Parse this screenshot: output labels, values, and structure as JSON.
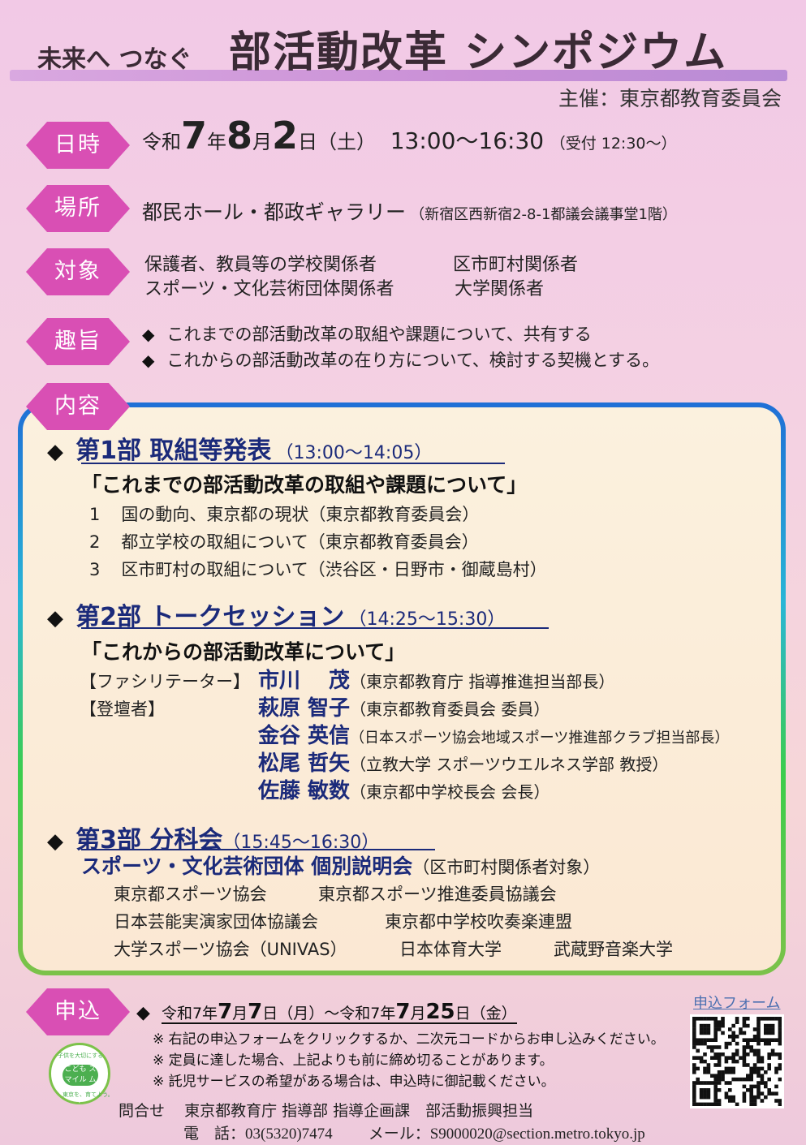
{
  "title": {
    "small": "未来へ つなぐ",
    "big": "部活動改革 シンポジウム"
  },
  "organizer": "主催：東京都教育委員会",
  "tags": {
    "datetime": "日時",
    "place": "場所",
    "target": "対象",
    "purpose": "趣旨",
    "content": "内容",
    "apply": "申込"
  },
  "datetime": {
    "era": "令和",
    "year": "7",
    "y": "年",
    "month": "8",
    "m": "月",
    "day": "2",
    "d": "日",
    "dow": "（土）",
    "time": "13:00〜16:30",
    "reception": "（受付 12:30〜）"
  },
  "place": {
    "name": "都民ホール・都政ギャラリー",
    "address": "（新宿区西新宿2-8-1都議会議事堂1階）"
  },
  "target": {
    "a": "保護者、教員等の学校関係者",
    "b": "区市町村関係者",
    "c": "スポーツ・文化芸術団体関係者",
    "d": "大学関係者"
  },
  "purpose": {
    "bullet": "◆",
    "line1": "これまでの部活動改革の取組や課題について、共有する",
    "line2": "これからの部活動改革の在り方について、検討する契機とする。"
  },
  "part1": {
    "bullet": "◆",
    "title": "第1部 取組等発表",
    "time": "（13:00〜14:05）",
    "quote": "「これまでの部活動改革の取組や課題について」",
    "items": [
      {
        "no": "1",
        "text": "国の動向、東京都の現状（東京都教育委員会）"
      },
      {
        "no": "2",
        "text": "都立学校の取組について（東京都教育委員会）"
      },
      {
        "no": "3",
        "text": "区市町村の取組について（渋谷区・日野市・御蔵島村）"
      }
    ]
  },
  "part2": {
    "bullet": "◆",
    "title": "第2部 トークセッション",
    "time": "（14:25〜15:30）",
    "quote": "「これからの部活動改革について」",
    "facilitator_label": "【ファシリテーター】",
    "panel_label": "【登壇者】",
    "people": [
      {
        "name": "市川　 茂",
        "affil": "（東京都教育庁 指導推進担当部長）"
      },
      {
        "name": "萩原 智子",
        "affil": "（東京都教育委員会 委員）"
      },
      {
        "name": "金谷 英信",
        "affil": "（日本スポーツ協会地域スポーツ推進部クラブ担当部長）"
      },
      {
        "name": "松尾 哲矢",
        "affil": "（立教大学 スポーツウエルネス学部 教授）"
      },
      {
        "name": "佐藤 敏数",
        "affil": "（東京都中学校長会 会長）"
      }
    ]
  },
  "part3": {
    "bullet": "◆",
    "title": "第3部 分科会",
    "time": "（15:45〜16:30）",
    "subtitle": "スポーツ・文化芸術団体 個別説明会",
    "subtitle_note": "（区市町村関係者対象）",
    "orgs": [
      "東京都スポーツ協会",
      "東京都スポーツ推進委員協議会",
      "日本芸能実演家団体協議会",
      "東京都中学校吹奏楽連盟",
      "大学スポーツ協会（UNIVAS）",
      "日本体育大学",
      "武蔵野音楽大学"
    ]
  },
  "apply": {
    "bullet": "◆",
    "p1": "令和7年",
    "m1": "7",
    "t1": "月",
    "d1": "7",
    "t2": "日（月）〜令和7年",
    "m2": "7",
    "t3": "月",
    "d2": "25",
    "t4": "日（金）",
    "notes": [
      "※ 右記の申込フォームをクリックするか、二次元コードからお申し込みください。",
      "※ 定員に達した場合、上記よりも前に締め切ることがあります。",
      "※ 託児サービスの希望がある場合は、申込時に御記載ください。"
    ],
    "form_link": "申込フォーム"
  },
  "contact": {
    "label": "問合せ",
    "dept": "東京都教育庁 指導部 指導企画課　部活動振興担当",
    "tel_label": "電　話：",
    "tel": "03(5320)7474",
    "mail_label": "メール：",
    "mail": "S9000020@section.metro.tokyo.jp"
  },
  "logo": {
    "text": "こども スマイル ムーブメント",
    "ring_top": "子供を大切にする",
    "ring_bottom": "東京を、育てよう。"
  },
  "colors": {
    "tag": "#d94fb4",
    "heading": "#1b2a7a",
    "box_border_top": "#1f6fd6",
    "box_border_bottom": "#7cc24a"
  }
}
